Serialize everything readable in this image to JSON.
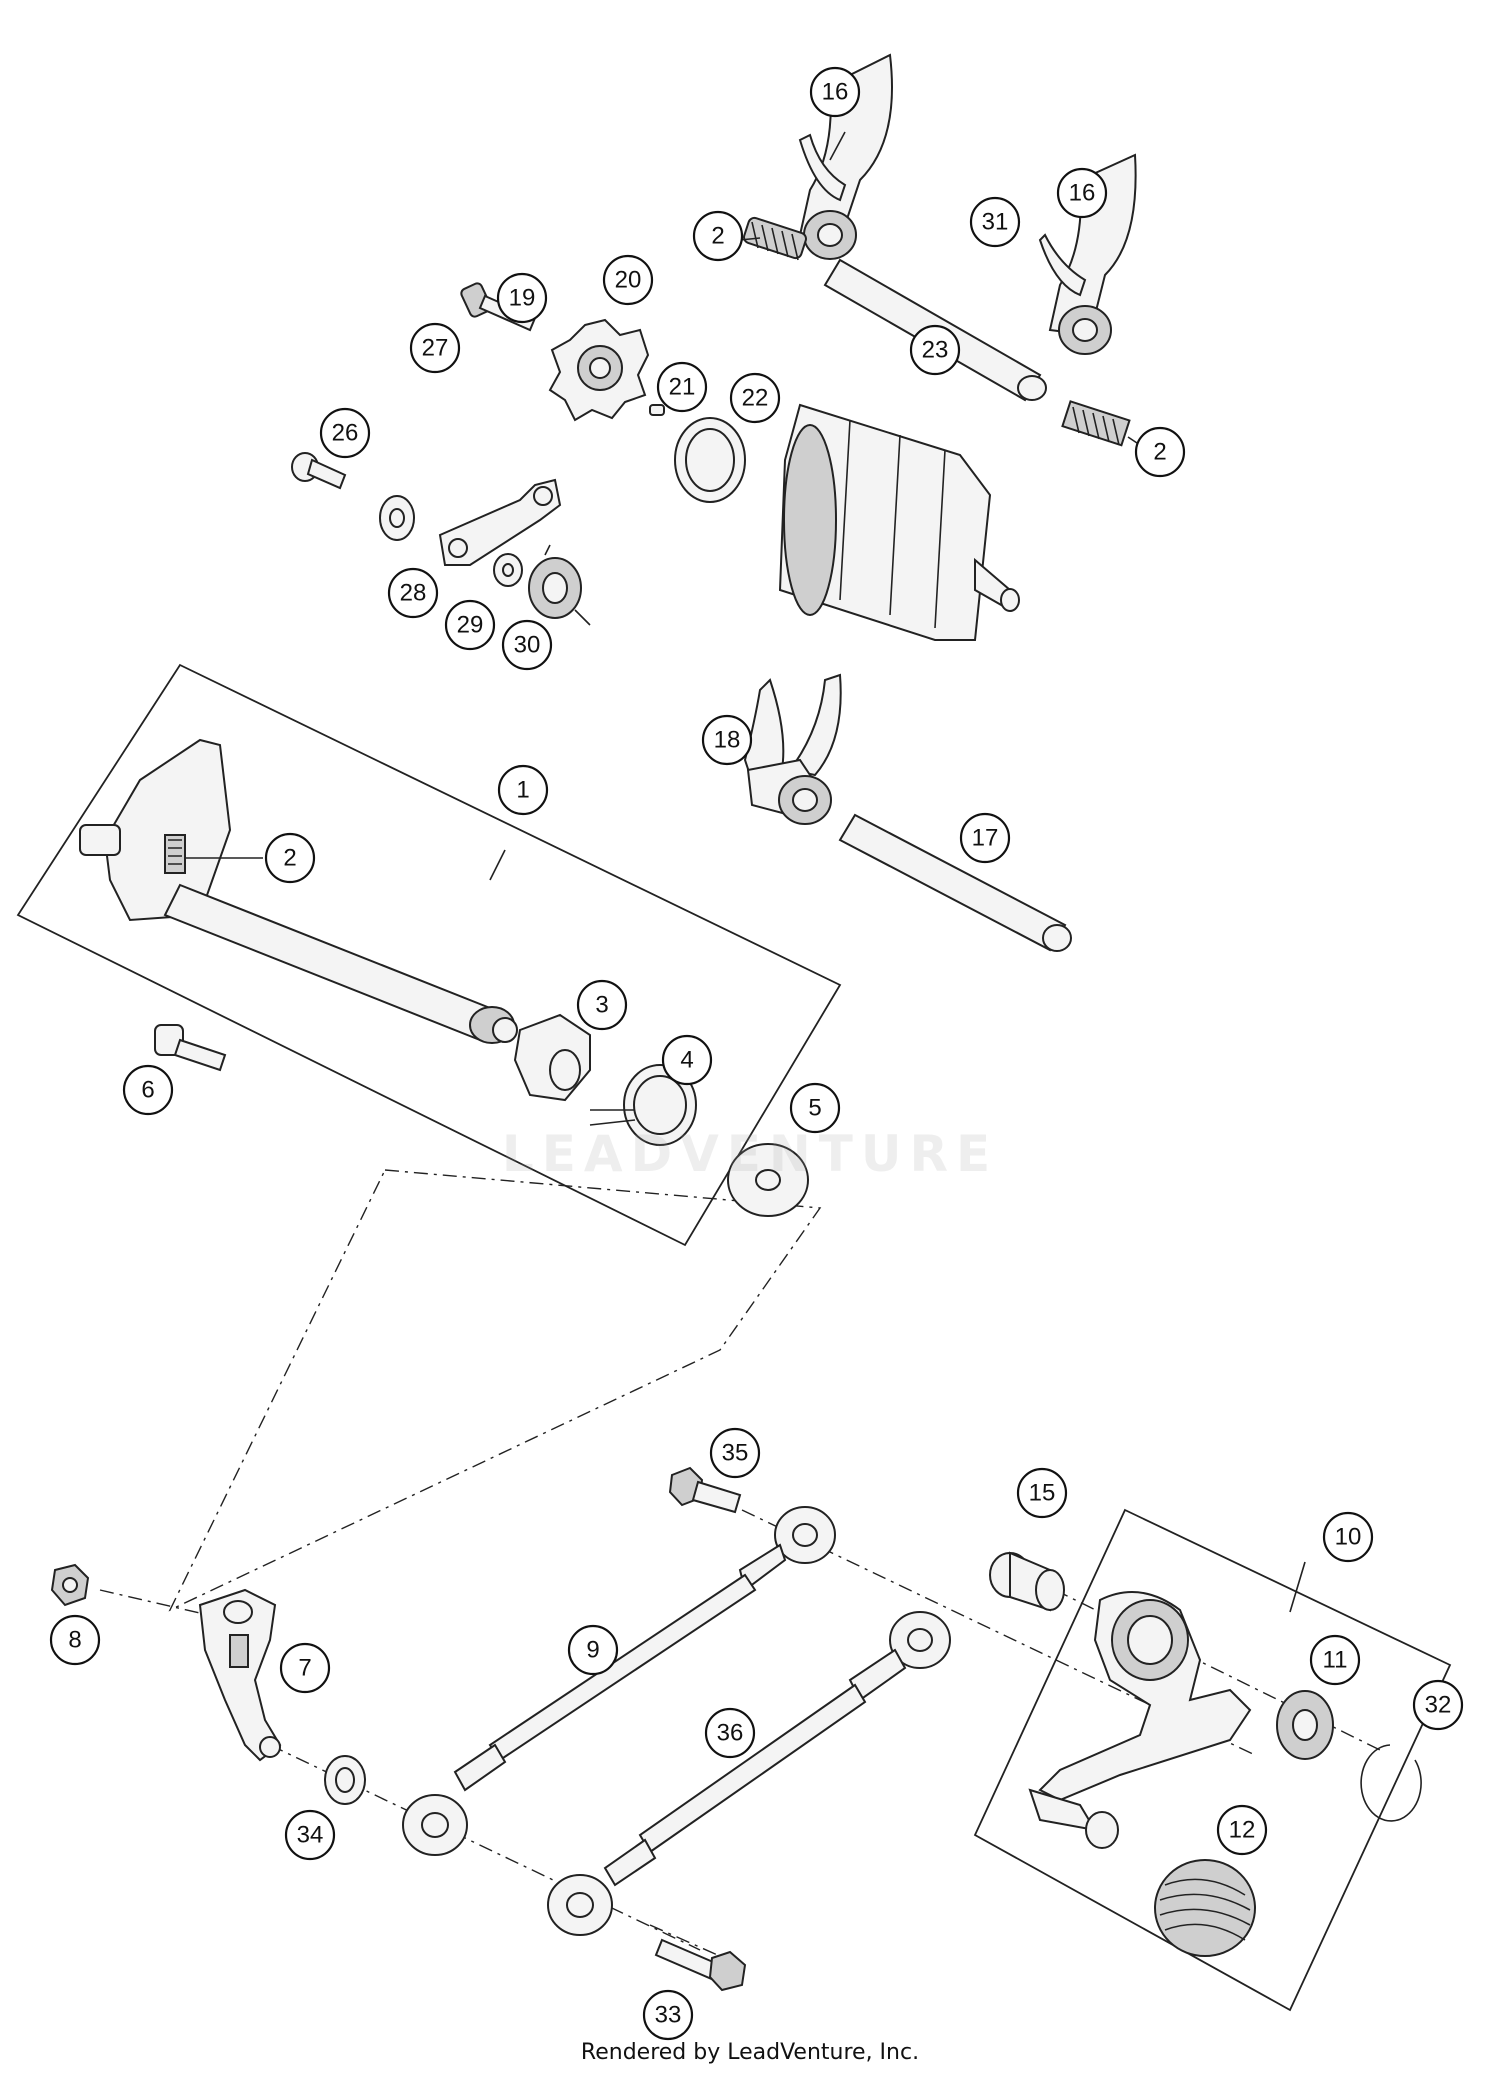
{
  "diagram": {
    "callouts": [
      {
        "id": "c16a",
        "label": "16"
      },
      {
        "id": "c16b",
        "label": "16"
      },
      {
        "id": "c2a",
        "label": "2"
      },
      {
        "id": "c31",
        "label": "31"
      },
      {
        "id": "c19",
        "label": "19"
      },
      {
        "id": "c20",
        "label": "20"
      },
      {
        "id": "c21",
        "label": "21"
      },
      {
        "id": "c22",
        "label": "22"
      },
      {
        "id": "c2b",
        "label": "2"
      },
      {
        "id": "c26",
        "label": "26"
      },
      {
        "id": "c27",
        "label": "27"
      },
      {
        "id": "c23",
        "label": "23"
      },
      {
        "id": "c28",
        "label": "28"
      },
      {
        "id": "c29",
        "label": "29"
      },
      {
        "id": "c30",
        "label": "30"
      },
      {
        "id": "c18",
        "label": "18"
      },
      {
        "id": "c1",
        "label": "1"
      },
      {
        "id": "c2c",
        "label": "2"
      },
      {
        "id": "c17",
        "label": "17"
      },
      {
        "id": "c3",
        "label": "3"
      },
      {
        "id": "c4",
        "label": "4"
      },
      {
        "id": "c6",
        "label": "6"
      },
      {
        "id": "c5",
        "label": "5"
      },
      {
        "id": "c35",
        "label": "35"
      },
      {
        "id": "c15",
        "label": "15"
      },
      {
        "id": "c10",
        "label": "10"
      },
      {
        "id": "c8",
        "label": "8"
      },
      {
        "id": "c7",
        "label": "7"
      },
      {
        "id": "c9",
        "label": "9"
      },
      {
        "id": "c11",
        "label": "11"
      },
      {
        "id": "c32",
        "label": "32"
      },
      {
        "id": "c36",
        "label": "36"
      },
      {
        "id": "c34",
        "label": "34"
      },
      {
        "id": "c12",
        "label": "12"
      },
      {
        "id": "c33",
        "label": "33"
      }
    ]
  },
  "watermark": "LEADVENTURE",
  "footer": "Rendered by LeadVenture, Inc."
}
